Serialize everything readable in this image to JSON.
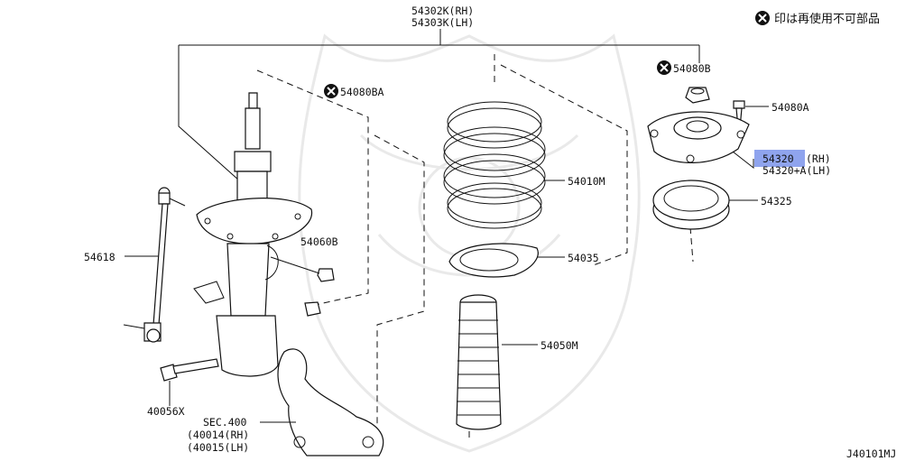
{
  "legend_note": "印は再使用不可部品",
  "diagram_code": "J40101MJ",
  "callouts": {
    "strut_assembly": {
      "line1": "54302K(RH)",
      "line2": "54303K(LH)"
    },
    "nut_54080BA": "54080BA",
    "nut_54080B": "54080B",
    "bolt_54080A": "54080A",
    "mount_insulator": {
      "part": "54320",
      "rh_suffix": "(RH)",
      "line2": "54320+A(LH)"
    },
    "bearing_54325": "54325",
    "coil_spring": "54010M",
    "spring_seat": "54035",
    "bound_bumper": "54050M",
    "nut_54060B": "54060B",
    "stabilizer_link": "54618",
    "bolt_40056X": "40056X",
    "knuckle": {
      "line1": "SEC.400",
      "line2": "(40014(RH)",
      "line3": "(40015(LH)"
    }
  },
  "highlight_color": "#8fa4ee",
  "non_reusable_icon": "circled-x-icon"
}
